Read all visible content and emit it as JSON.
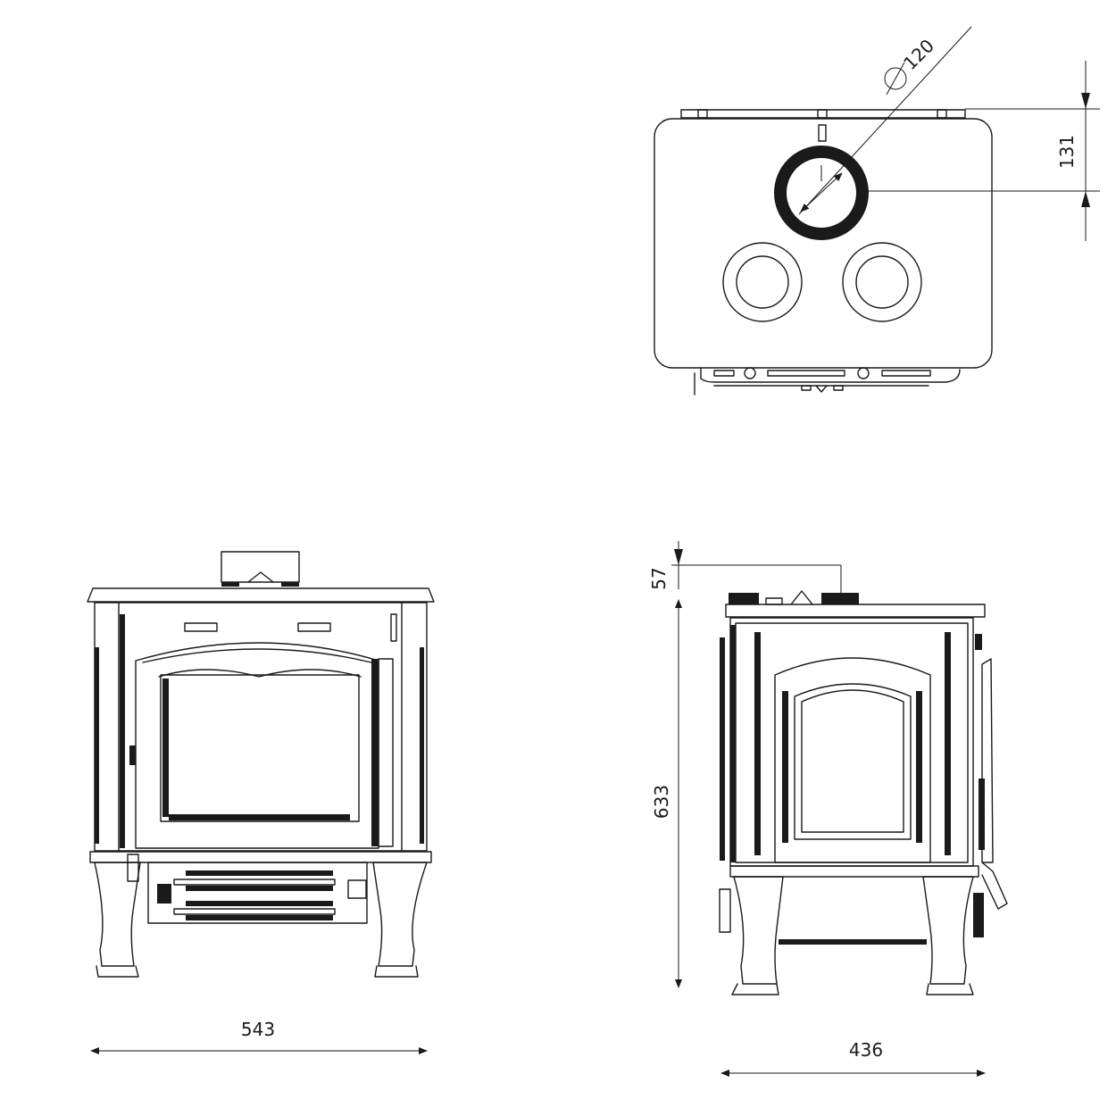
{
  "dimensions": {
    "flue_diameter": "120",
    "flue_offset_rear": "131",
    "flue_height_top": "57",
    "body_height": "633",
    "front_width": "543",
    "side_depth": "436"
  },
  "symbols": {
    "diameter": "∅"
  },
  "colors": {
    "line": "#1a1a1a",
    "background": "#ffffff"
  }
}
